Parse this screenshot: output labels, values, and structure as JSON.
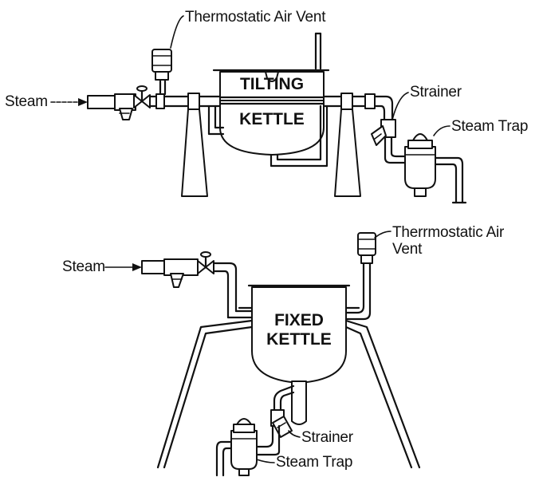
{
  "diagrams": {
    "tilting": {
      "kettle_line1": "TILTING",
      "kettle_line2": "KETTLE",
      "steam_label": "Steam",
      "air_vent_label": "Thermostatic Air Vent",
      "strainer_label": "Strainer",
      "trap_label": "Steam Trap"
    },
    "fixed": {
      "kettle_line1": "FIXED",
      "kettle_line2": "KETTLE",
      "steam_label": "Steam",
      "air_vent_label_line1": "Therrmostatic Air",
      "air_vent_label_line2": "Vent",
      "strainer_label": "Strainer",
      "trap_label": "Steam Trap"
    }
  }
}
